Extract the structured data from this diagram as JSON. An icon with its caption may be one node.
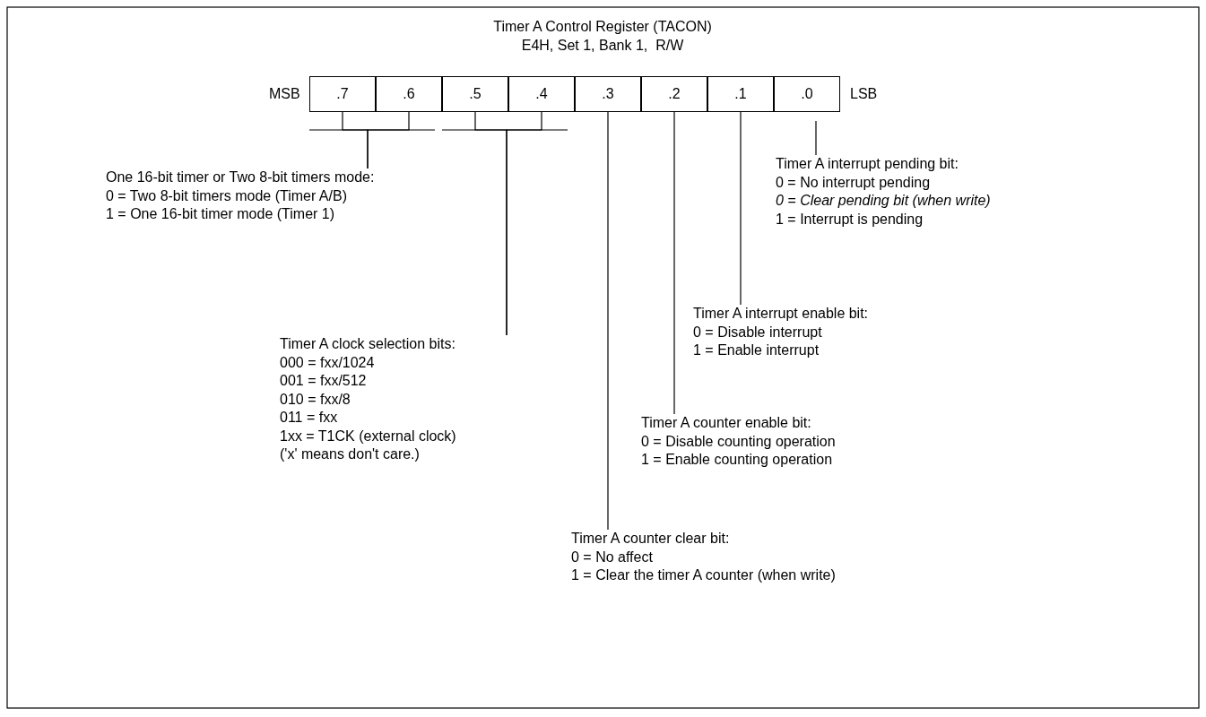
{
  "diagram": {
    "title": "Timer A Control Register (TACON)",
    "nodes": [
      {
        "text": [
          ".7"
        ]
      },
      {
        "text": [
          ".6"
        ]
      },
      {
        "text": [
          ".5"
        ]
      },
      {
        "text": [
          ".4"
        ]
      },
      {
        "text": [
          ".3"
        ]
      },
      {
        "text": [
          ".2"
        ]
      },
      {
        "text": [
          ".1"
        ]
      },
      {
        "text": [
          ".0"
        ]
      },
      {
        "text": [
          "One 16-bit timer or Two 8-bit timers mode:",
          "0 = Two 8-bit timers mode (Timer A/B)",
          "1 = One 16-bit timer mode (Timer 1)"
        ]
      },
      {
        "text": [
          "Timer A clock selection bits:",
          "000 = fxx/1024",
          "001 = fxx/512",
          "010 = fxx/8",
          "011 = fxx",
          "1xx = T1CK (external clock)",
          "('x' means don't care.)"
        ]
      },
      {
        "text": [
          "Timer A counter clear bit:",
          "0 = No affect",
          "1 = Clear the timer A counter (when write)"
        ]
      },
      {
        "text": [
          "Timer A counter enable bit:",
          "0 = Disable counting operation",
          "1 = Enable counting operation"
        ]
      },
      {
        "text": [
          "Timer A interrupt enable bit:",
          "0 = Disable interrupt",
          "1 = Enable interrupt"
        ]
      },
      {
        "text": [
          "Timer A interrupt pending bit:",
          "0 = No interrupt pending",
          "*0 = Clear pending bit (when write)*",
          "1 = Interrupt is pending"
        ]
      }
    ],
    "edges": [
      {
        "from": 8,
        "to": 0,
        "arrow": "none"
      },
      {
        "from": 8,
        "to": 1,
        "arrow": "none"
      },
      {
        "from": 9,
        "to": 2,
        "arrow": "none"
      },
      {
        "from": 9,
        "to": 3,
        "arrow": "none"
      },
      {
        "from": 10,
        "to": 4,
        "arrow": "none"
      },
      {
        "from": 11,
        "to": 5,
        "arrow": "none"
      },
      {
        "from": 12,
        "to": 6,
        "arrow": "none"
      },
      {
        "from": 13,
        "to": 7,
        "arrow": "none"
      }
    ],
    "labels": [
      "E4H, Set 1, Bank 1,  R/W",
      "MSB",
      "LSB"
    ]
  }
}
